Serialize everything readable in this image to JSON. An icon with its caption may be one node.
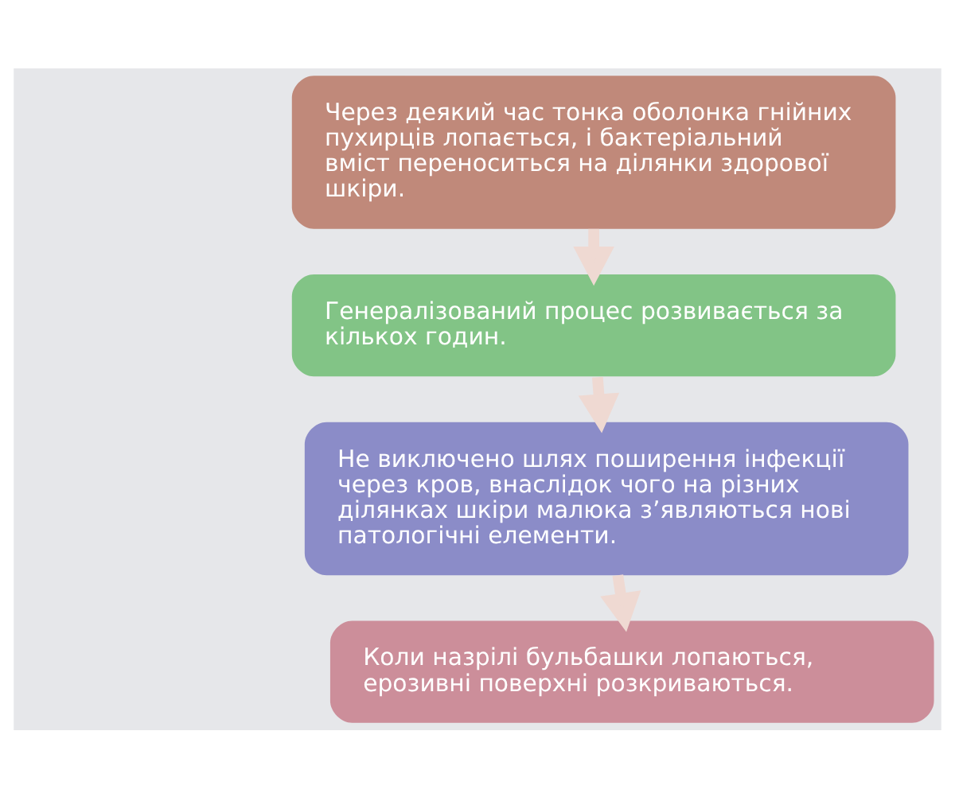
{
  "diagram": {
    "nodes": [
      {
        "text": [
          "Через деякий час тонка оболонка гнійних пухирців лопається, і бактеріальний вміст переноситься на ділянки здорової шкіри."
        ]
      },
      {
        "text": [
          "Генералізований процес розвивається за кількох годин."
        ]
      },
      {
        "text": [
          "Не виключено шлях поширення інфекції через кров, внаслідок чого на різних ділянках шкіри малюка з’являються нові патологічні елементи."
        ]
      },
      {
        "text": [
          "Коли назрілі бульбашки лопаються, ерозивні поверхні розкриваються."
        ]
      }
    ],
    "edges": [
      {
        "from": 0,
        "to": 1,
        "arrow": "to"
      },
      {
        "from": 1,
        "to": 2,
        "arrow": "to"
      },
      {
        "from": 2,
        "to": 3,
        "arrow": "to"
      }
    ]
  }
}
